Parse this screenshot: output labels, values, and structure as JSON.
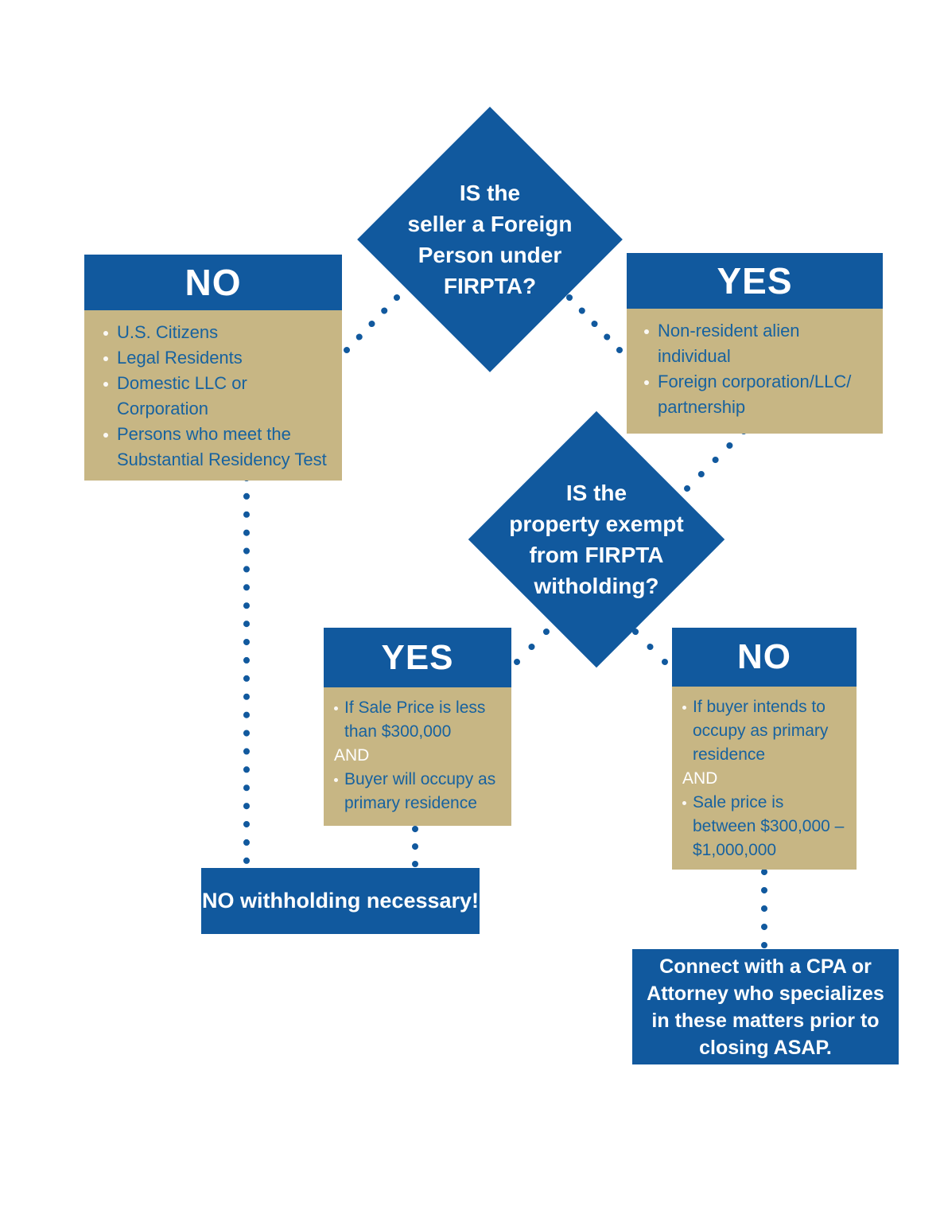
{
  "colors": {
    "primary_blue": "#11599E",
    "tan": "#C7B684",
    "item_blue": "#17629F",
    "white": "#FFFFFF"
  },
  "diagram": {
    "decision1": {
      "text": "IS the\nseller a Foreign\nPerson under\nFIRPTA?"
    },
    "decision2": {
      "text": "IS the\nproperty exempt\nfrom FIRPTA\nwitholding?"
    },
    "branch_no1": {
      "label": "NO",
      "items": [
        "U.S. Citizens",
        "Legal Residents",
        "Domestic LLC or Corporation",
        "Persons who meet the\nSubstantial Residency Test"
      ]
    },
    "branch_yes1": {
      "label": "YES",
      "items": [
        "Non-resident alien individual",
        "Foreign corporation/LLC/\npartnership"
      ]
    },
    "branch_yes2": {
      "label": "YES",
      "items": [
        "If Sale Price is less\nthan $300,000",
        "Buyer will occupy as\nprimary residence"
      ],
      "connector_word": "AND"
    },
    "branch_no2": {
      "label": "NO",
      "items": [
        "If buyer intends to\noccupy as primary\nresidence",
        "Sale price is\nbetween $300,000 –\n$1,000,000"
      ],
      "connector_word": "AND"
    },
    "result_no_withholding": {
      "text": "NO withholding necessary!"
    },
    "result_connect": {
      "text": "Connect with a CPA or\nAttorney who specializes\nin these matters prior to\nclosing ASAP."
    }
  }
}
